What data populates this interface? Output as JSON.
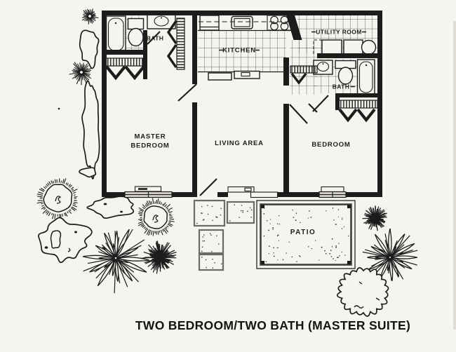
{
  "document": {
    "caption": "TWO BEDROOM/TWO BATH (MASTER SUITE)"
  },
  "rooms": {
    "master_bedroom_line1": "MASTER",
    "master_bedroom_line2": "BEDROOM",
    "living_area": "LIVING AREA",
    "bedroom": "BEDROOM",
    "kitchen": "KITCHEN",
    "utility_room": "UTILITY ROOM",
    "bath_master": "BATH",
    "bath_second": "BATH",
    "patio": "PATIO"
  },
  "colors": {
    "ink": "#1c1c1c",
    "paper": "#f6f4ee"
  }
}
